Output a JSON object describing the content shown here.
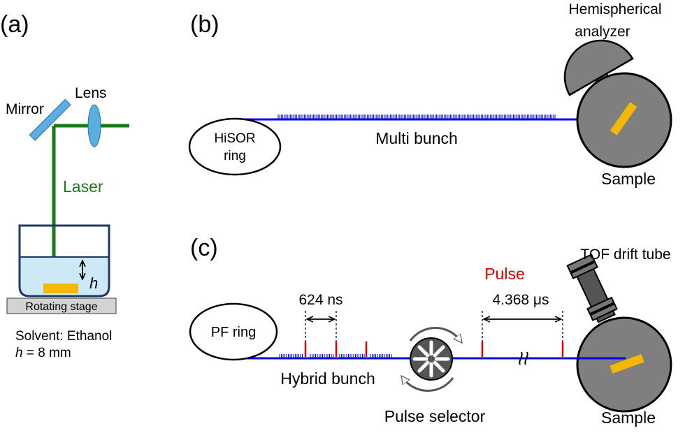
{
  "panel_a": {
    "label": "(a)",
    "mirror_label": "Mirror",
    "lens_label": "Lens",
    "laser_label": "Laser",
    "h_label": "h",
    "stage_label": "Rotating stage",
    "solvent_text": "Solvent: Ethanol",
    "h_prefix": "h",
    "h_value_text": " = 8 mm"
  },
  "panel_b": {
    "label": "(b)",
    "ring_line1": "HiSOR",
    "ring_line2": "ring",
    "bunch_label": "Multi bunch",
    "analyzer_line1": "Hemispherical",
    "analyzer_line2": "analyzer",
    "sample_label": "Sample"
  },
  "panel_c": {
    "label": "(c)",
    "ring_label": "PF ring",
    "bunch_label": "Hybrid bunch",
    "interval_1": "624 ns",
    "pulse_label": "Pulse",
    "interval_2": "4.368 μs",
    "selector_label": "Pulse selector",
    "tof_label": "TOF drift tube",
    "sample_label": "Sample"
  },
  "colors": {
    "beam": "#0000ee",
    "laser": "#1a7a1a",
    "pulse": "#e00000",
    "sample": "#f5b800",
    "chamber": "#7f7f7f",
    "lens": "#5aaee0",
    "liquid": "#cde9f7",
    "beaker": "#1f3864"
  }
}
